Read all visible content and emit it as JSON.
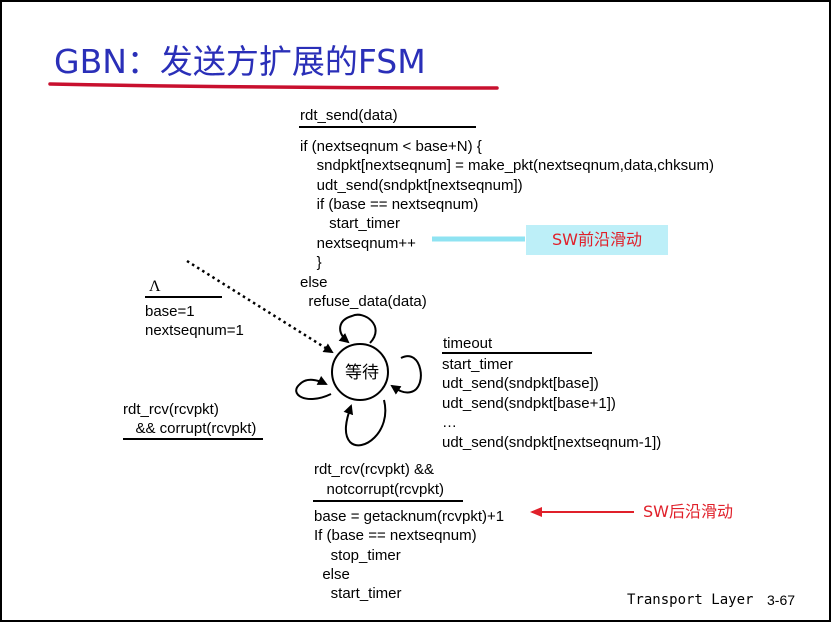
{
  "title": "GBN：发送方扩展的FSM",
  "send_block": {
    "event": "rdt_send(data)",
    "actions": [
      "if (nextseqnum < base+N) {",
      "    sndpkt[nextseqnum] = make_pkt(nextseqnum,data,chksum)",
      "    udt_send(sndpkt[nextseqnum])",
      "    if (base == nextseqnum)",
      "       start_timer",
      "    nextseqnum++",
      "    }",
      "else",
      "  refuse_data(data)"
    ]
  },
  "annotations": {
    "front_slide": "SW前沿滑动",
    "back_slide": "SW后沿滑动"
  },
  "init_block": {
    "event": "Λ",
    "actions": [
      "base=1",
      "nextseqnum=1"
    ]
  },
  "corrupt_block": {
    "event_lines": [
      "rdt_rcv(rcvpkt)",
      "   && corrupt(rcvpkt)"
    ]
  },
  "timeout_block": {
    "event": "timeout",
    "actions": [
      "start_timer",
      "udt_send(sndpkt[base])",
      "udt_send(sndpkt[base+1])",
      "…",
      "udt_send(sndpkt[nextseqnum-1])"
    ]
  },
  "ack_block": {
    "event_lines": [
      "rdt_rcv(rcvpkt) &&",
      "   notcorrupt(rcvpkt)"
    ],
    "actions": [
      "base = getacknum(rcvpkt)+1",
      "If (base == nextseqnum)",
      "    stop_timer",
      "  else",
      "    start_timer"
    ]
  },
  "state": "等待",
  "footer": {
    "layer": "Transport Layer",
    "page": "3-67"
  },
  "colors": {
    "title": "#2a2fb8",
    "underline": "#c8102e",
    "annotation_text": "#e0202a",
    "front_box": "#bdeff8",
    "front_arrow": "#8fe3f2",
    "back_arrow": "#e0202a"
  }
}
